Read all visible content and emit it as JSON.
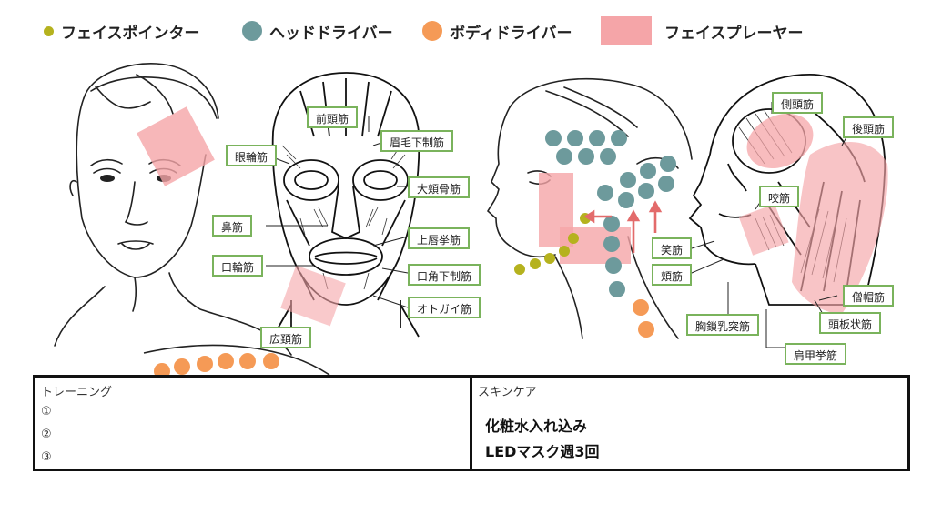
{
  "legend": {
    "face_pointer": {
      "label": "フェイスポインター",
      "color": "#b5b21e"
    },
    "head_driver": {
      "label": "ヘッドドライバー",
      "color": "#6d9a9c"
    },
    "body_driver": {
      "label": "ボディドライバー",
      "color": "#f59a56"
    },
    "face_player": {
      "label": "フェイスプレーヤー",
      "color": "#f5a5a8"
    }
  },
  "muscles": {
    "frontalis": "前頭筋",
    "corrugator": "眉毛下制筋",
    "orbicularis_oculi": "眼輪筋",
    "zygomaticus_major": "大頬骨筋",
    "nasalis": "鼻筋",
    "levator_labii": "上唇挙筋",
    "orbicularis_oris": "口輪筋",
    "depressor_anguli": "口角下制筋",
    "mentalis": "オトガイ筋",
    "platysma": "広頚筋",
    "temporalis": "側頭筋",
    "occipitalis": "後頭筋",
    "masseter": "咬筋",
    "risorius": "笑筋",
    "buccinator": "頬筋",
    "trapezius": "僧帽筋",
    "sternocleidomastoid": "胸鎖乳突筋",
    "splenius": "頭板状筋",
    "levator_scapulae": "肩甲挙筋"
  },
  "notes": {
    "training": {
      "title": "トレーニング",
      "items": [
        "①",
        "②",
        "③"
      ]
    },
    "skincare": {
      "title": "スキンケア",
      "items": [
        "化粧水入れ込み",
        "LEDマスク週3回"
      ]
    }
  }
}
